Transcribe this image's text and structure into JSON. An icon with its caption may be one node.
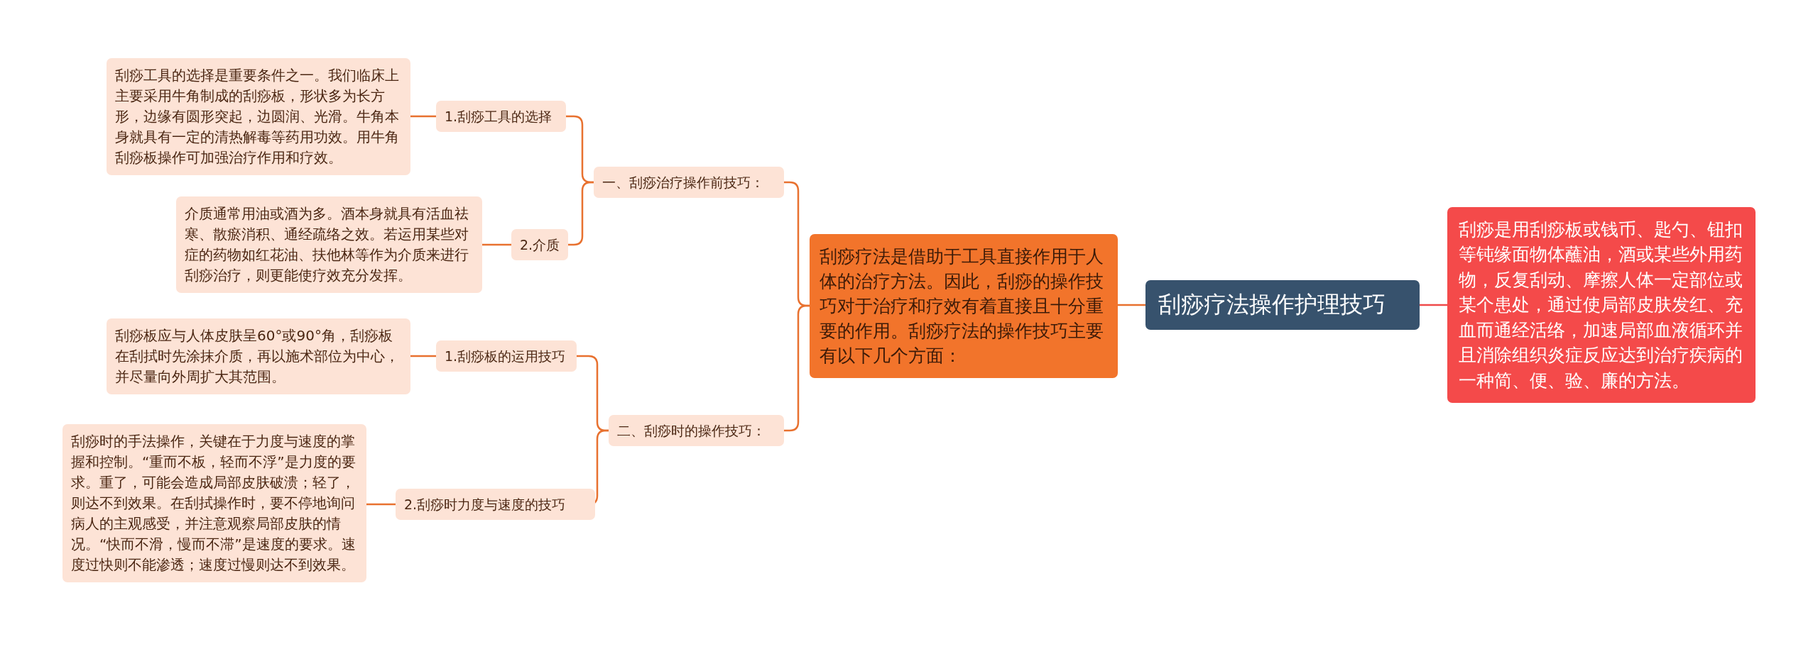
{
  "diagram": {
    "nodes": [
      {
        "text": [
          "刮痧疗法操作护理技巧"
        ]
      },
      {
        "text": [
          "刮痧是用刮痧板或钱币、匙勺、钮扣等钝缘面物体蘸油，酒或某些外用药物，反复刮动、摩擦人体一定部位或某个患处，通过使局部皮肤发红、充血而通经活络，加速局部血液循环并且消除组织炎症反应达到治疗疾病的一种简、便、验、廉的方法。"
        ]
      },
      {
        "text": [
          "刮痧疗法是借助于工具直接作用于人体的治疗方法。因此，刮痧的操作技巧对于治疗和疗效有着直接且十分重要的作用。刮痧疗法的操作技巧主要有以下几个方面："
        ]
      },
      {
        "text": [
          "一、刮痧治疗操作前技巧："
        ]
      },
      {
        "text": [
          "1.刮痧工具的选择"
        ]
      },
      {
        "text": [
          "刮痧工具的选择是重要条件之一。我们临床上主要采用牛角制成的刮痧板，形状多为长方形，边缘有圆形突起，边圆润、光滑。牛角本身就具有一定的清热解毒等药用功效。用牛角刮痧板操作可加强治疗作用和疗效。"
        ]
      },
      {
        "text": [
          "2.介质"
        ]
      },
      {
        "text": [
          "介质通常用油或酒为多。酒本身就具有活血祛寒、散瘀消积、通经疏络之效。若运用某些对症的药物如红花油、扶他林等作为介质来进行刮痧治疗，则更能使疗效充分发挥。"
        ]
      },
      {
        "text": [
          "二、刮痧时的操作技巧："
        ]
      },
      {
        "text": [
          "1.刮痧板的运用技巧"
        ]
      },
      {
        "text": [
          "刮痧板应与人体皮肤呈60°或90°角，刮痧板在刮拭时先涂抹介质，再以施术部位为中心，并尽量向外周扩大其范围。"
        ]
      },
      {
        "text": [
          "2.刮痧时力度与速度的技巧"
        ]
      },
      {
        "text": [
          "刮痧时的手法操作，关键在于力度与速度的掌握和控制。“重而不板，轻而不浮”是力度的要求。重了，可能会造成局部皮肤破溃；轻了，则达不到效果。在刮拭操作时，要不停地询问病人的主观感受，并注意观察局部皮肤的情况。“快而不滑，慢而不滞”是速度的要求。速度过快则不能渗透；速度过慢则达不到效果。"
        ]
      }
    ],
    "edges": [
      {
        "from": 0,
        "to": 1,
        "arrow": "none",
        "color": "#ef4a4a"
      },
      {
        "from": 0,
        "to": 2,
        "arrow": "none"
      },
      {
        "from": 2,
        "to": 3,
        "arrow": "none"
      },
      {
        "from": 3,
        "to": 4,
        "arrow": "none"
      },
      {
        "from": 4,
        "to": 5,
        "arrow": "none"
      },
      {
        "from": 3,
        "to": 6,
        "arrow": "none"
      },
      {
        "from": 6,
        "to": 7,
        "arrow": "none"
      },
      {
        "from": 2,
        "to": 8,
        "arrow": "none"
      },
      {
        "from": 8,
        "to": 9,
        "arrow": "none"
      },
      {
        "from": 9,
        "to": 10,
        "arrow": "none"
      },
      {
        "from": 8,
        "to": 11,
        "arrow": "none"
      },
      {
        "from": 11,
        "to": 12,
        "arrow": "none"
      }
    ]
  }
}
